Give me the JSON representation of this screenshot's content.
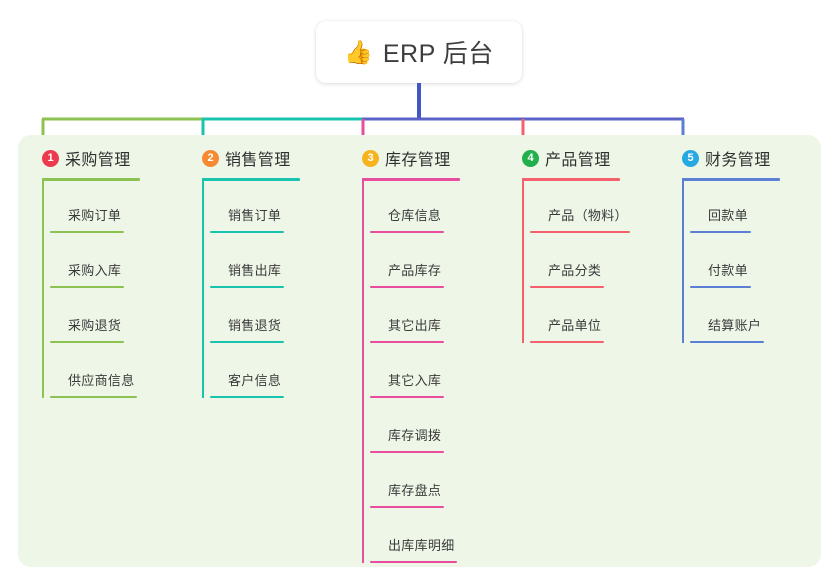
{
  "root": {
    "icon": "thumbs-up-icon",
    "emoji": "👍",
    "title": "ERP 后台"
  },
  "colors": {
    "canvas_background": "#ffffff",
    "panel_background": "#eef7e7",
    "trunk_line": "#4455c4",
    "text": "#333333"
  },
  "columns": [
    {
      "number": "1",
      "title": "采购管理",
      "badge_color": "#ec3b4e",
      "accent_color": "#8cc252",
      "items": [
        {
          "label": "采购订单"
        },
        {
          "label": "采购入库"
        },
        {
          "label": "采购退货"
        },
        {
          "label": "供应商信息"
        }
      ]
    },
    {
      "number": "2",
      "title": "销售管理",
      "badge_color": "#f68a33",
      "accent_color": "#18c4ae",
      "items": [
        {
          "label": "销售订单"
        },
        {
          "label": "销售出库"
        },
        {
          "label": "销售退货"
        },
        {
          "label": "客户信息"
        }
      ]
    },
    {
      "number": "3",
      "title": "库存管理",
      "badge_color": "#f5b41d",
      "accent_color": "#e84d9e",
      "items": [
        {
          "label": "仓库信息"
        },
        {
          "label": "产品库存"
        },
        {
          "label": "其它出库"
        },
        {
          "label": "其它入库"
        },
        {
          "label": "库存调拨"
        },
        {
          "label": "库存盘点"
        },
        {
          "label": "出库库明细"
        }
      ]
    },
    {
      "number": "4",
      "title": "产品管理",
      "badge_color": "#21b04b",
      "accent_color": "#f4606c",
      "items": [
        {
          "label": "产品（物料）"
        },
        {
          "label": "产品分类"
        },
        {
          "label": "产品单位"
        }
      ]
    },
    {
      "number": "5",
      "title": "财务管理",
      "badge_color": "#27a9e1",
      "accent_color": "#5b7fd4",
      "items": [
        {
          "label": "回款单"
        },
        {
          "label": "付款单"
        },
        {
          "label": "结算账户"
        }
      ]
    }
  ],
  "connectors": {
    "trunk_color": "#4455c4",
    "bus_segments": [
      {
        "from": "col1",
        "to": "col2",
        "color": "#8cc252"
      },
      {
        "from": "col2",
        "to": "col3",
        "color": "#18c4ae"
      },
      {
        "from": "col3",
        "to": "col5",
        "color": "#5b63c8"
      }
    ],
    "drops": [
      {
        "target": "col1",
        "color": "#8cc252"
      },
      {
        "target": "col2",
        "color": "#18c4ae"
      },
      {
        "target": "col3",
        "color": "#e84d9e"
      },
      {
        "target": "col4",
        "color": "#f4606c"
      },
      {
        "target": "col5",
        "color": "#5b7fd4"
      }
    ]
  }
}
